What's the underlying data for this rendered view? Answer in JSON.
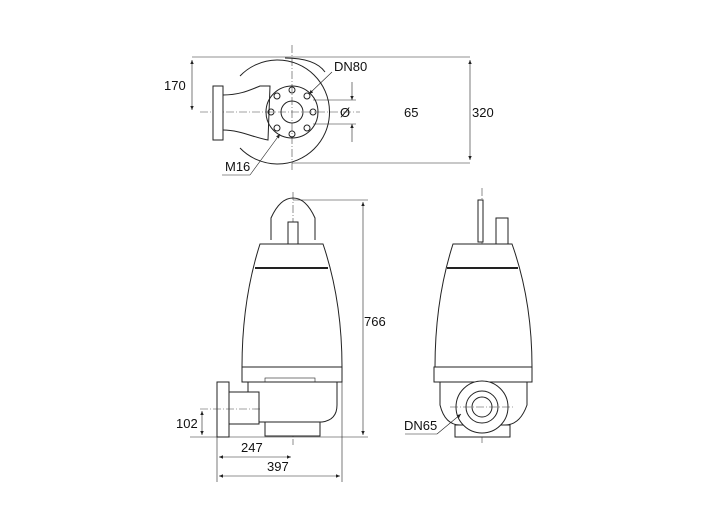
{
  "top_view": {
    "dim_170": "170",
    "dim_320": "320",
    "label_dn80": "DN80",
    "label_m16": "M16",
    "symbol_phi": "Ø",
    "dim_65": "65"
  },
  "side_view": {
    "dim_766": "766",
    "dim_102": "102",
    "dim_247": "247",
    "dim_397": "397"
  },
  "front_view": {
    "label_dn65": "DN65"
  }
}
